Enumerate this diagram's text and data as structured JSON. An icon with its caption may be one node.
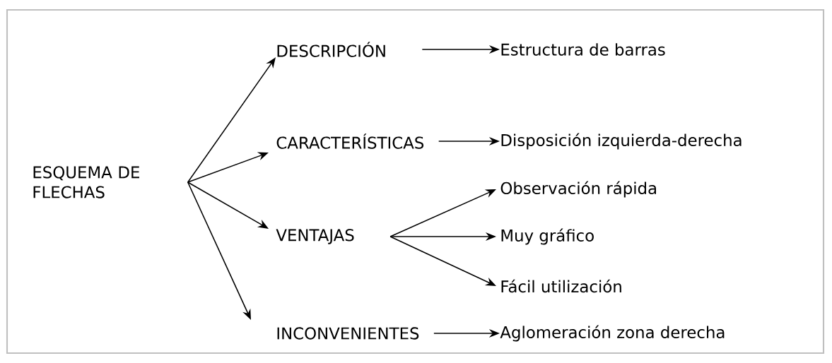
{
  "diagram": {
    "nodes": [
      {
        "text": [
          "ESQUEMA DE FLECHAS"
        ]
      },
      {
        "text": [
          "DESCRIPCIÓN"
        ]
      },
      {
        "text": [
          "CARACTERÍSTICAS"
        ]
      },
      {
        "text": [
          "VENTAJAS"
        ]
      },
      {
        "text": [
          "INCONVENIENTES"
        ]
      },
      {
        "text": [
          "Estructura de barras"
        ]
      },
      {
        "text": [
          "Disposición izquierda-derecha"
        ]
      },
      {
        "text": [
          "Observación rápida"
        ]
      },
      {
        "text": [
          "Muy gráfico"
        ]
      },
      {
        "text": [
          "Fácil utilización"
        ]
      },
      {
        "text": [
          "Aglomeración zona derecha"
        ]
      }
    ],
    "edges": [
      {
        "from": 0,
        "to": 1,
        "arrow": "to"
      },
      {
        "from": 0,
        "to": 2,
        "arrow": "to"
      },
      {
        "from": 0,
        "to": 3,
        "arrow": "to"
      },
      {
        "from": 0,
        "to": 4,
        "arrow": "to"
      },
      {
        "from": 1,
        "to": 5,
        "arrow": "to"
      },
      {
        "from": 2,
        "to": 6,
        "arrow": "to"
      },
      {
        "from": 3,
        "to": 7,
        "arrow": "to"
      },
      {
        "from": 3,
        "to": 8,
        "arrow": "to"
      },
      {
        "from": 3,
        "to": 9,
        "arrow": "to"
      },
      {
        "from": 4,
        "to": 10,
        "arrow": "to"
      }
    ]
  }
}
